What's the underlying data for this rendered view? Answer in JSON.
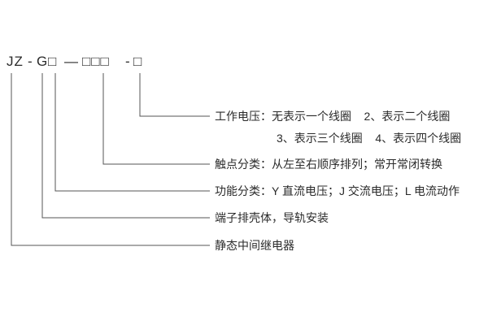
{
  "model_code": {
    "prefix": "JZ",
    "dash1": "-",
    "series": "G",
    "box_function": "□",
    "dash2": "—",
    "box_contacts": "□□□",
    "dash3": "-",
    "box_voltage": "□"
  },
  "annotations": {
    "working_voltage_line1": "工作电压：无表示一个线圈    2、表示二个线圈",
    "working_voltage_line2": "3、表示三个线圈    4、表示四个线圈",
    "contact_class": "触点分类：从左至右顺序排列；常开常闭转换",
    "function_class": "功能分类：Y 直流电压；J 交流电压；L 电流动作",
    "housing": "端子排壳体，导轨安装",
    "relay_type": "静态中间继电器"
  },
  "colors": {
    "line": "#555555",
    "text": "#2b2b2b",
    "background": "#ffffff"
  }
}
